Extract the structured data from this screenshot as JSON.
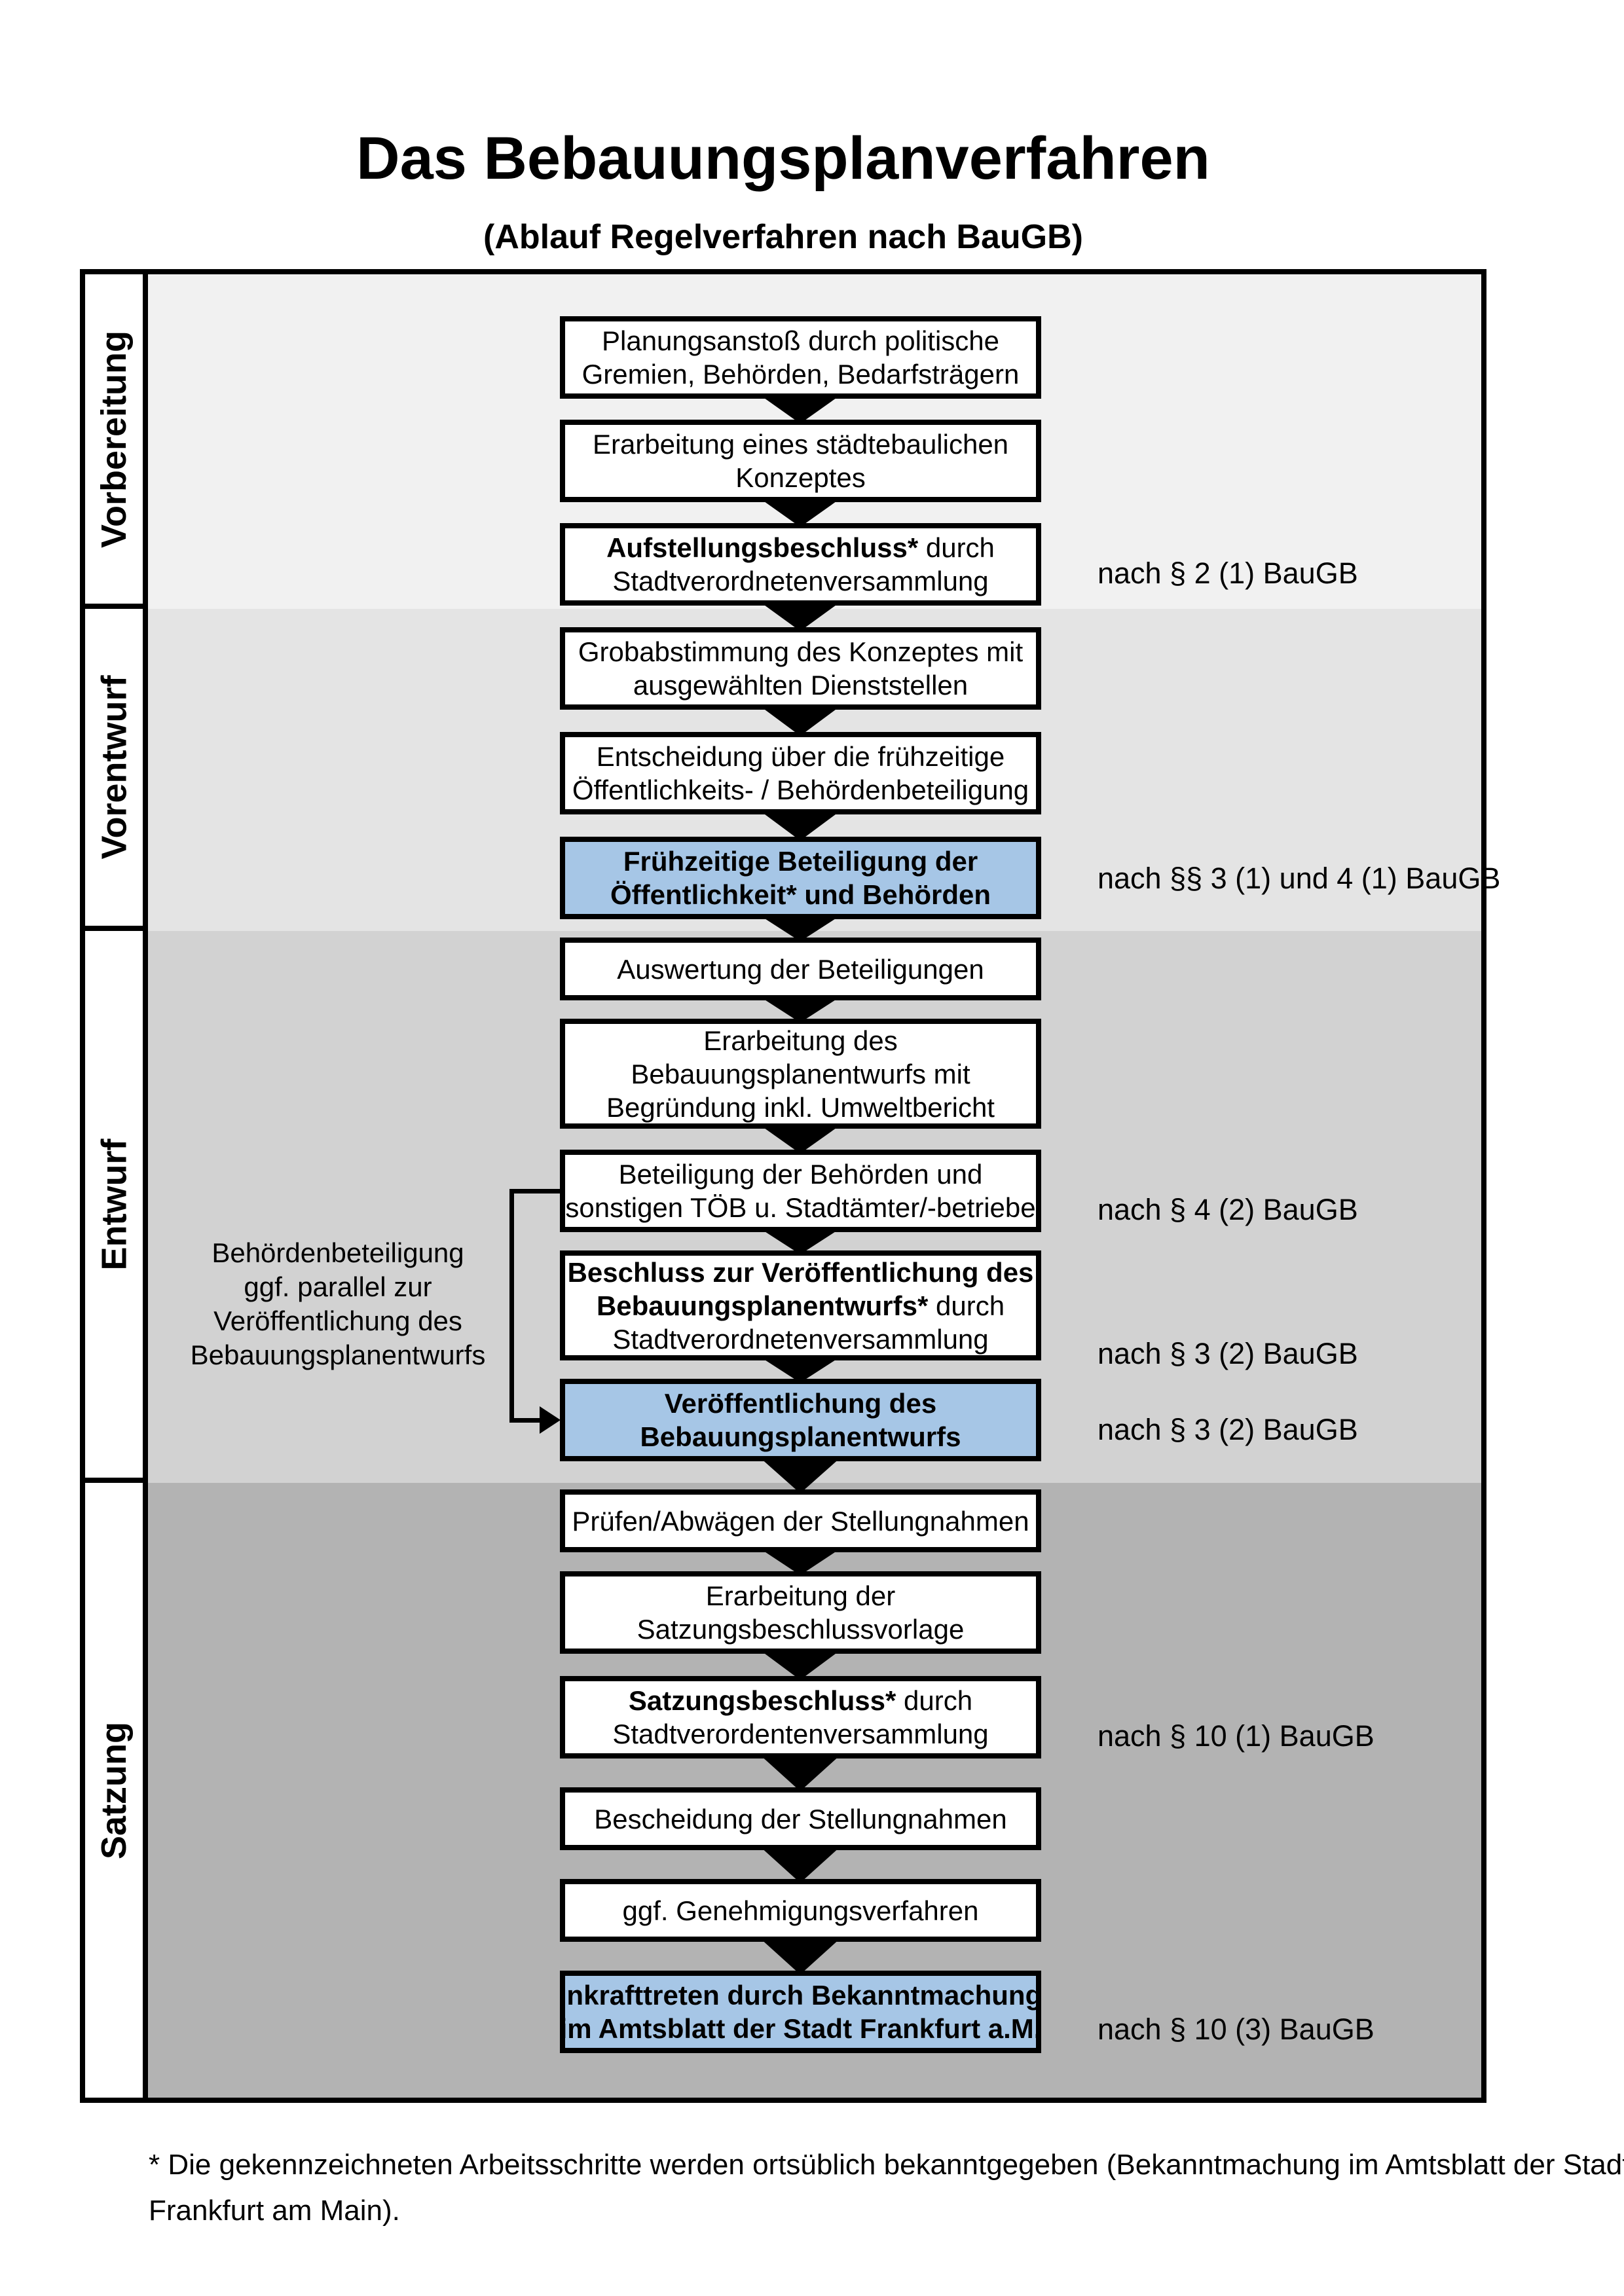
{
  "page": {
    "title": "Das Bebauungsplanverfahren",
    "subtitle": "(Ablauf Regelverfahren nach BauGB)"
  },
  "colors": {
    "phase1_bg": "#f1f1f1",
    "phase2_bg": "#e4e4e4",
    "phase3_bg": "#d2d2d2",
    "phase4_bg": "#b3b3b3",
    "highlight_box_bg": "#a6c6e6",
    "box_border": "#000000"
  },
  "phases": [
    {
      "label": "Vorbereitung"
    },
    {
      "label": "Vorentwurf"
    },
    {
      "label": "Entwurf"
    },
    {
      "label": "Satzung"
    }
  ],
  "flow": {
    "boxes": [
      {
        "lines": [
          [
            {
              "t": "Planungsanstoß durch politische",
              "b": false
            }
          ],
          [
            {
              "t": "Gremien, Behörden, Bedarfsträgern",
              "b": false
            }
          ]
        ]
      },
      {
        "lines": [
          [
            {
              "t": "Erarbeitung eines städtebaulichen",
              "b": false
            }
          ],
          [
            {
              "t": "Konzeptes",
              "b": false
            }
          ]
        ]
      },
      {
        "lines": [
          [
            {
              "t": "Aufstellungsbeschluss*",
              "b": true
            },
            {
              "t": " durch",
              "b": false
            }
          ],
          [
            {
              "t": "Stadtverordnetenversammlung",
              "b": false
            }
          ]
        ]
      },
      {
        "lines": [
          [
            {
              "t": "Grobabstimmung des Konzeptes mit",
              "b": false
            }
          ],
          [
            {
              "t": "ausgewählten Dienststellen",
              "b": false
            }
          ]
        ]
      },
      {
        "lines": [
          [
            {
              "t": "Entscheidung über die frühzeitige",
              "b": false
            }
          ],
          [
            {
              "t": "Öffentlichkeits- / Behördenbeteiligung",
              "b": false
            }
          ]
        ]
      },
      {
        "lines": [
          [
            {
              "t": "Frühzeitige Beteiligung der",
              "b": true
            }
          ],
          [
            {
              "t": "Öffentlichkeit* und Behörden",
              "b": true
            }
          ]
        ]
      },
      {
        "lines": [
          [
            {
              "t": "Auswertung der Beteiligungen",
              "b": false
            }
          ]
        ]
      },
      {
        "lines": [
          [
            {
              "t": "Erarbeitung des",
              "b": false
            }
          ],
          [
            {
              "t": "Bebauungsplanentwurfs mit",
              "b": false
            }
          ],
          [
            {
              "t": "Begründung inkl. Umweltbericht",
              "b": false
            }
          ]
        ]
      },
      {
        "lines": [
          [
            {
              "t": "Beteiligung der Behörden und",
              "b": false
            }
          ],
          [
            {
              "t": "sonstigen TÖB u. Stadtämter/-betriebe",
              "b": false
            }
          ]
        ]
      },
      {
        "lines": [
          [
            {
              "t": "Beschluss zur Veröffentlichung des",
              "b": true
            }
          ],
          [
            {
              "t": "Bebauungsplanentwurfs*",
              "b": true
            },
            {
              "t": " durch",
              "b": false
            }
          ],
          [
            {
              "t": "Stadtverordnetenversammlung",
              "b": false
            }
          ]
        ]
      },
      {
        "lines": [
          [
            {
              "t": "Veröffentlichung des",
              "b": true
            }
          ],
          [
            {
              "t": "Bebauungsplanentwurfs",
              "b": true
            }
          ]
        ]
      },
      {
        "lines": [
          [
            {
              "t": "Prüfen/Abwägen der Stellungnahmen",
              "b": false
            }
          ]
        ]
      },
      {
        "lines": [
          [
            {
              "t": "Erarbeitung der",
              "b": false
            }
          ],
          [
            {
              "t": "Satzungsbeschlussvorlage",
              "b": false
            }
          ]
        ]
      },
      {
        "lines": [
          [
            {
              "t": "Satzungsbeschluss*",
              "b": true
            },
            {
              "t": " durch",
              "b": false
            }
          ],
          [
            {
              "t": "Stadtverordentenversammlung",
              "b": false
            }
          ]
        ]
      },
      {
        "lines": [
          [
            {
              "t": "Bescheidung der Stellungnahmen",
              "b": false
            }
          ]
        ]
      },
      {
        "lines": [
          [
            {
              "t": "ggf. Genehmigungsverfahren",
              "b": false
            }
          ]
        ]
      },
      {
        "lines": [
          [
            {
              "t": "Inkrafttreten",
              "b": true
            },
            {
              "t": " durch Bekanntmachung",
              "b": false
            }
          ],
          [
            {
              "t": "im Amtsblatt der Stadt Frankfurt a.M.",
              "b": false
            }
          ]
        ]
      }
    ]
  },
  "refs": [
    {
      "text": "nach § 2 (1) BauGB"
    },
    {
      "text": "nach §§ 3 (1) und 4 (1) BauGB"
    },
    {
      "text": "nach § 4 (2) BauGB"
    },
    {
      "text": "nach § 3 (2) BauGB"
    },
    {
      "text": "nach § 3 (2) BauGB"
    },
    {
      "text": "nach § 10 (1) BauGB"
    },
    {
      "text": "nach § 10 (3) BauGB"
    }
  ],
  "annotations": {
    "side_note": {
      "lines": [
        "Behördenbeteiligung",
        "ggf. parallel zur",
        "Veröffentlichung des",
        "Bebauungsplanentwurfs"
      ]
    }
  },
  "footer": {
    "line1": "* Die gekennzeichneten Arbeitsschritte werden ortsüblich bekanntgegeben (Bekanntmachung im Amtsblatt  der Stadt",
    "line2": "Frankfurt am Main)."
  }
}
